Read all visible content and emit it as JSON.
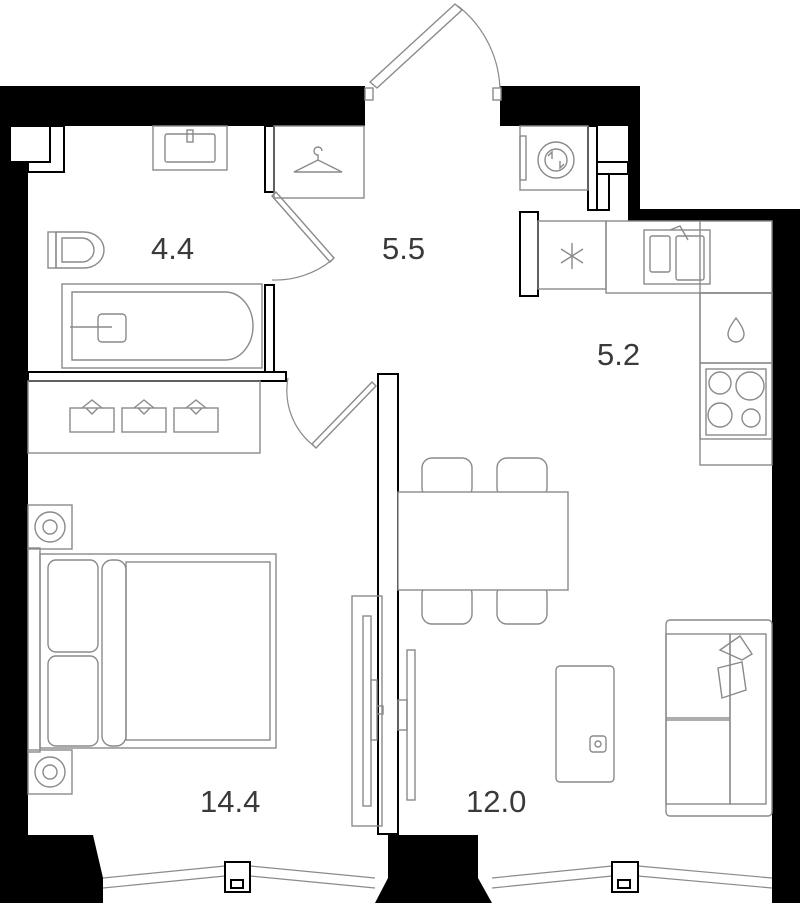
{
  "plan": {
    "rooms": [
      {
        "id": "bathroom",
        "area": "4.4"
      },
      {
        "id": "hallway",
        "area": "5.5"
      },
      {
        "id": "kitchen",
        "area": "5.2"
      },
      {
        "id": "bedroom",
        "area": "14.4"
      },
      {
        "id": "living",
        "area": "12.0"
      }
    ],
    "colors": {
      "wall": "#000000",
      "furniture_stroke": "#8a8a8a",
      "label": "#3a3a3a",
      "background": "#ffffff"
    },
    "icons": [
      "sink-icon",
      "toilet-icon",
      "bathtub-icon",
      "hanger-icon",
      "washing-machine-icon",
      "fridge-icon",
      "kitchen-sink-icon",
      "water-drop-icon",
      "stove-icon",
      "bed-icon",
      "table-icon",
      "sofa-icon",
      "tv-icon"
    ]
  }
}
